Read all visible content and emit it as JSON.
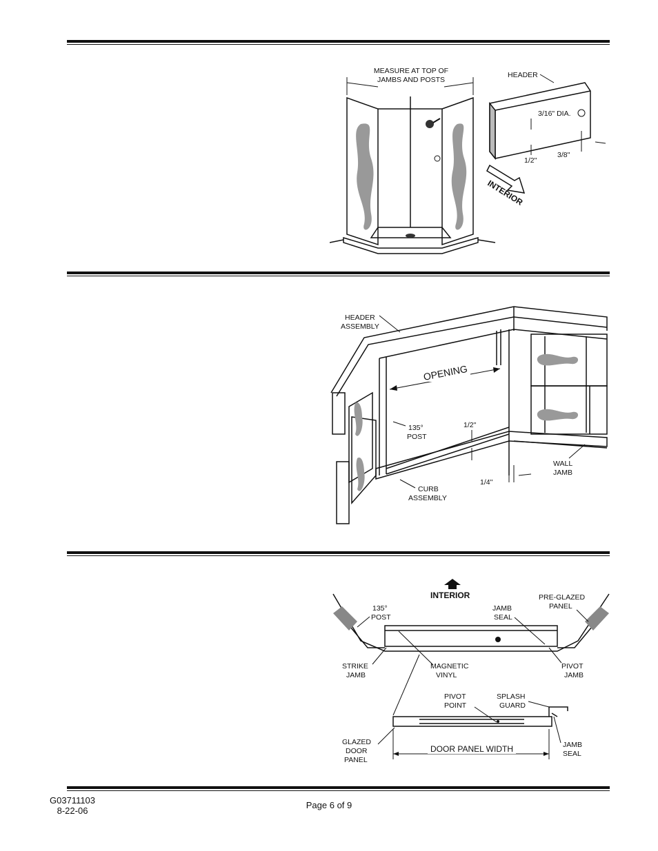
{
  "fig1": {
    "measure_label_1": "MEASURE AT TOP OF",
    "measure_label_2": "JAMBS AND POSTS",
    "header_label": "HEADER",
    "hole_label": "3/16\" DIA.",
    "dim_half": "1/2\"",
    "dim_three_eighths": "3/8\"",
    "interior_label": "INTERIOR"
  },
  "fig2": {
    "header_assembly_1": "HEADER",
    "header_assembly_2": "ASSEMBLY",
    "opening_label": "OPENING",
    "post_1": "135°",
    "post_2": "POST",
    "dim_half": "1/2\"",
    "dim_quarter": "1/4\"",
    "wall_jamb_1": "WALL",
    "wall_jamb_2": "JAMB",
    "curb_1": "CURB",
    "curb_2": "ASSEMBLY"
  },
  "fig3": {
    "interior_label": "INTERIOR",
    "post_1": "135°",
    "post_2": "POST",
    "jamb_seal_top_1": "JAMB",
    "jamb_seal_top_2": "SEAL",
    "preglazed_1": "PRE-GLAZED",
    "preglazed_2": "PANEL",
    "strike_1": "STRIKE",
    "strike_2": "JAMB",
    "magnetic_1": "MAGNETIC",
    "magnetic_2": "VINYL",
    "pivot_jamb_1": "PIVOT",
    "pivot_jamb_2": "JAMB",
    "pivot_point_1": "PIVOT",
    "pivot_point_2": "POINT",
    "splash_1": "SPLASH",
    "splash_2": "GUARD",
    "glazed_1": "GLAZED",
    "glazed_2": "DOOR",
    "glazed_3": "PANEL",
    "door_width": "DOOR PANEL WIDTH",
    "jamb_seal_bottom_1": "JAMB",
    "jamb_seal_bottom_2": "SEAL"
  },
  "footer": {
    "doc_number": "G03711103",
    "date": "8-22-06",
    "page": "Page 6 of 9"
  }
}
